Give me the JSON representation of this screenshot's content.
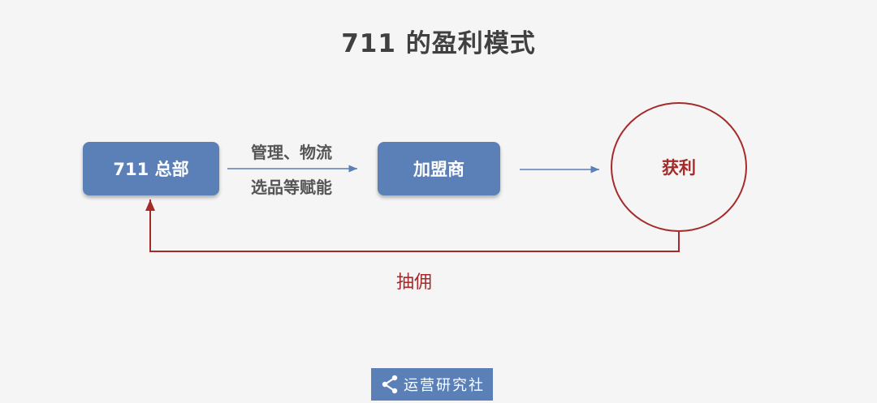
{
  "title": "711 的盈利模式",
  "nodes": {
    "hq": "711 总部",
    "franchisee": "加盟商",
    "profit": "获利"
  },
  "edge_labels": {
    "hq_to_franchisee_line1": "管理、物流",
    "hq_to_franchisee_line2": "选品等赋能",
    "profit_to_hq": "抽佣"
  },
  "watermark": {
    "text": "运营研究社",
    "icon": "share-icon"
  },
  "colors": {
    "node_fill": "#5b80b8",
    "accent_red": "#a52a2a",
    "arrow_blue": "#5b80b8",
    "background": "#f5f5f5"
  }
}
